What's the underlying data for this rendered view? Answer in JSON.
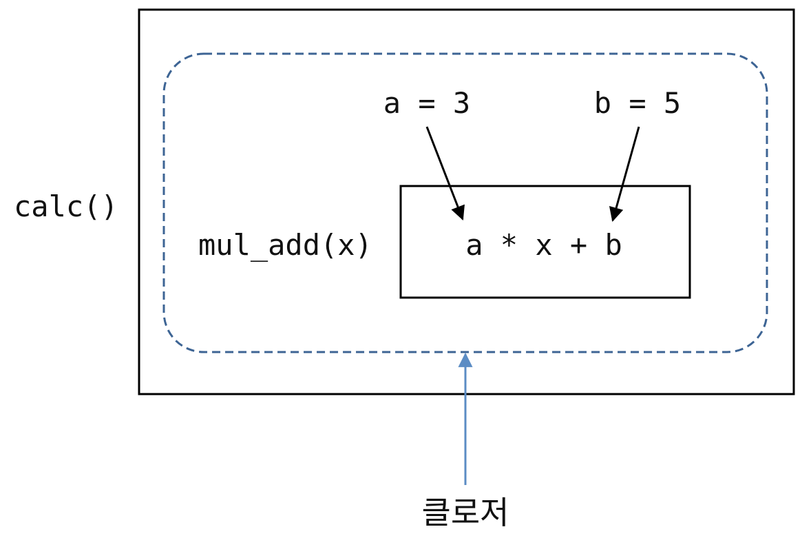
{
  "outer_function": {
    "label": "calc()"
  },
  "closure_region": {
    "label": "클로저",
    "border_color": "#3d6494",
    "pointer_color": "#5b8cc4"
  },
  "inner_function": {
    "label": "mul_add(x)",
    "expression": "a * x + b"
  },
  "captured_variables": [
    {
      "text": "a = 3"
    },
    {
      "text": "b = 5"
    }
  ]
}
